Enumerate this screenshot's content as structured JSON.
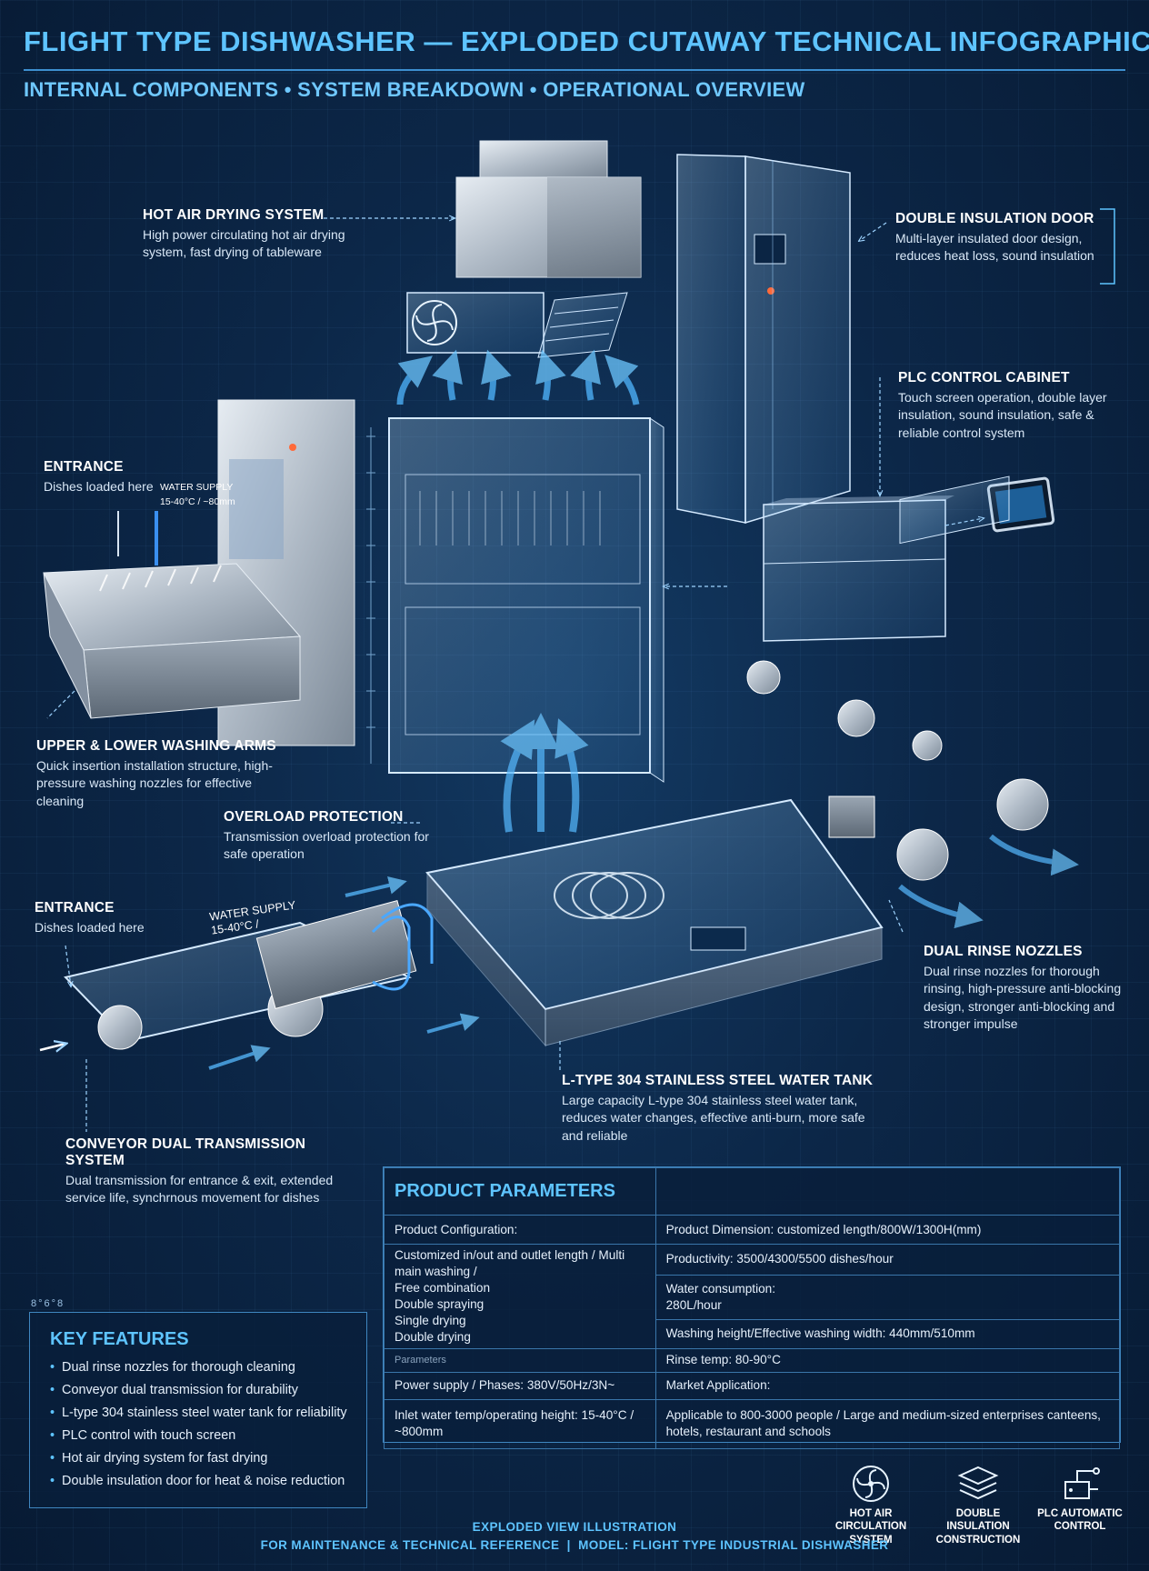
{
  "header": {
    "title": "FLIGHT TYPE DISHWASHER — EXPLODED CUTAWAY TECHNICAL INFOGRAPHIC",
    "subtitle": "INTERNAL COMPONENTS • SYSTEM BREAKDOWN • OPERATIONAL OVERVIEW"
  },
  "callouts": {
    "hot_air": {
      "title": "HOT AIR DRYING SYSTEM",
      "desc": "High power circulating hot air drying system, fast drying of tableware"
    },
    "insulation_door": {
      "title": "DOUBLE INSULATION DOOR",
      "desc": "Multi-layer insulated door design, reduces heat loss, sound insulation"
    },
    "plc_cabinet": {
      "title": "PLC CONTROL CABINET",
      "desc": "Touch screen operation, double layer insulation, sound insulation, safe & reliable control system"
    },
    "entrance_top": {
      "title": "ENTRANCE",
      "desc": "Dishes loaded here"
    },
    "washing_arms": {
      "title": "UPPER & LOWER WASHING ARMS",
      "desc": "Quick insertion installation structure, high-pressure washing nozzles for effective cleaning"
    },
    "overload": {
      "title": "OVERLOAD PROTECTION",
      "desc": "Transmission overload protection for safe operation"
    },
    "entrance_bottom": {
      "title": "ENTRANCE",
      "desc": "Dishes loaded here"
    },
    "rinse_nozzles": {
      "title": "DUAL RINSE NOZZLES",
      "desc": "Dual rinse nozzles for thorough rinsing, high-pressure anti-blocking design, stronger anti-blocking and stronger impulse"
    },
    "water_tank": {
      "title": "L-TYPE 304 STAINLESS STEEL WATER TANK",
      "desc": "Large capacity L-type 304 stainless steel water tank, reduces water changes, effective anti-burn, more safe and reliable"
    },
    "conveyor": {
      "title": "CONVEYOR DUAL TRANSMISSION SYSTEM",
      "desc": "Dual transmission for entrance & exit, extended service life, synchrnous movement for dishes"
    }
  },
  "small_labels": {
    "water_supply_top_1": "WATER SUPPLY",
    "water_supply_top_2": "15-40°C / ~80mm",
    "water_supply_bottom_1": "WATER SUPPLY",
    "water_supply_bottom_2": "15-40°C /"
  },
  "parameters": {
    "heading": "PRODUCT PARAMETERS",
    "configuration_label": "Product Configuration:",
    "configuration_items": "Customized in/out and outlet length / Multi main washing /\nFree combination\nDouble spraying\nSingle drying\nDouble drying",
    "faint_row": "Parameters",
    "power": "Power supply / Phases: 380V/50Hz/3N~",
    "inlet": "Inlet water temp/operating height: 15-40°C / ~800mm",
    "dimension": "Product Dimension: customized length/800W/1300H(mm)",
    "productivity": "Productivity: 3500/4300/5500 dishes/hour",
    "water_consumption": "Water consumption:\n280L/hour",
    "washing_height": "Washing height/Effective washing width: 440mm/510mm",
    "rinse_temp": "Rinse temp: 80-90°C",
    "market_label": "Market Application:",
    "market_value": "Applicable to 800-3000 people / Large and medium-sized enterprises canteens, hotels, restaurant and schools"
  },
  "key_features": {
    "heading": "KEY FEATURES",
    "marks": "8°6°8",
    "items": [
      "Dual rinse nozzles for thorough cleaning",
      "Conveyor dual transmission for durability",
      "L-type 304 stainless steel water tank for reliability",
      "PLC control with touch screen",
      "Hot air drying system for fast drying",
      "Double insulation door for heat & noise reduction"
    ]
  },
  "icon_badges": [
    {
      "icon": "fan-icon",
      "label": "HOT AIR\nCIRCULATION SYSTEM"
    },
    {
      "icon": "layers-icon",
      "label": "DOUBLE INSULATION\nCONSTRUCTION"
    },
    {
      "icon": "plc-circuit-icon",
      "label": "PLC AUTOMATIC\nCONTROL"
    }
  ],
  "footer": {
    "line1": "EXPLODED VIEW ILLUSTRATION",
    "line2": "FOR MAINTENANCE & TECHNICAL REFERENCE  |  MODEL: FLIGHT TYPE INDUSTRIAL DISHWASHER"
  },
  "colors": {
    "accent": "#5ec4ff",
    "background": "#0c2748",
    "steel": "#c9d3dd",
    "glass": "#9fd3ff",
    "airflow": "#4fb6ff"
  }
}
